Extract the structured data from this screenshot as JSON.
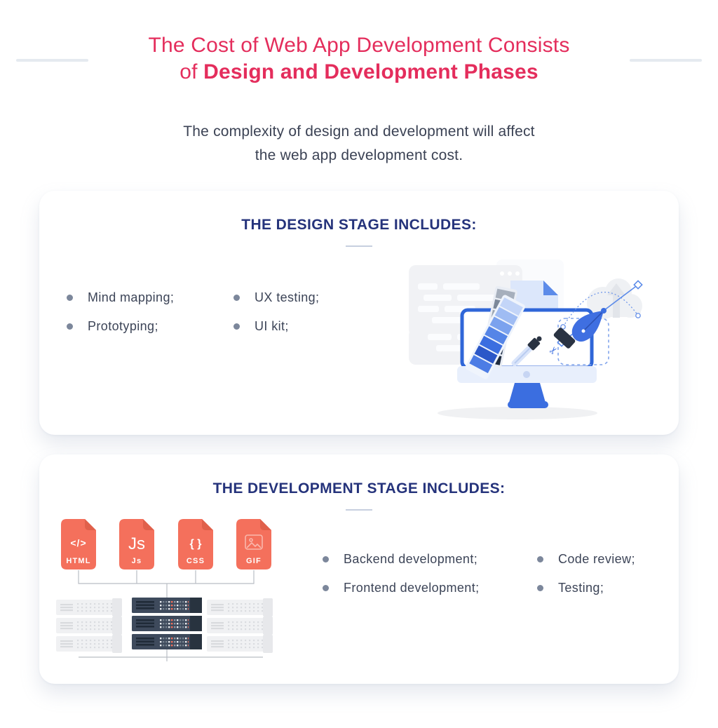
{
  "header": {
    "title_line1": "The Cost of Web App Development Consists",
    "title_line2_prefix": "of ",
    "title_line2_bold": "Design and Development Phases",
    "subtitle_line1": "The complexity of design and development will affect",
    "subtitle_line2": "the web app development cost."
  },
  "design_card": {
    "heading": "THE DESIGN STAGE INCLUDES:",
    "bullets_col1": [
      "Mind mapping;",
      "Prototyping;"
    ],
    "bullets_col2": [
      "UX testing;",
      "UI kit;"
    ]
  },
  "development_card": {
    "heading": "THE DEVELOPMENT STAGE INCLUDES:",
    "file_icons": [
      {
        "glyph": "</>",
        "label": "HTML"
      },
      {
        "glyph": "Js",
        "label": "Js"
      },
      {
        "glyph": "{ }",
        "label": "CSS"
      },
      {
        "glyph": "",
        "label": "GIF"
      }
    ],
    "bullets_col1": [
      "Backend development;",
      "Frontend development;"
    ],
    "bullets_col2": [
      "Code review;",
      "Testing;"
    ]
  },
  "colors": {
    "accent_red": "#E42D5C",
    "heading_navy": "#25337B",
    "body_text": "#3C4457",
    "bullet_dot": "#7C879B",
    "coral_file_icon": "#F4705C",
    "illustration_blue": "#3B6EE0",
    "server_dark": "#3E4A5C",
    "divider_gray": "#C7CFDF"
  }
}
